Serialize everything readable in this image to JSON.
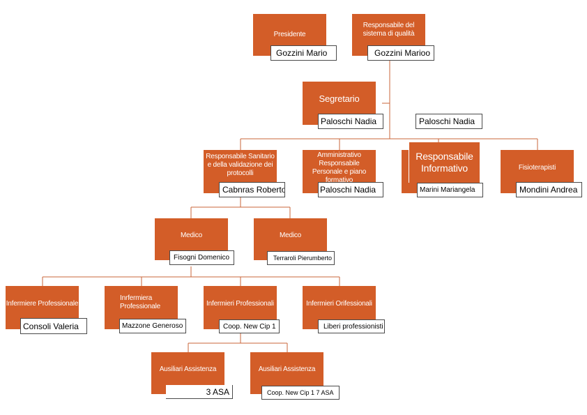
{
  "colors": {
    "box_fill": "#D35D28",
    "connector": "#C8643A",
    "name_border": "#4a4a4a"
  },
  "roles": {
    "presidente": "Presidente",
    "resp_qualita": "Responsabile del sistema di qualità",
    "segretario": "Segretario",
    "resp_sanitario": "Responsabile Sanitario e della validazione dei protocolli",
    "amministrativo": "Amministrativo Responsabile Personale e piano formativo",
    "resp_informativo": "Responsabile Informativo",
    "fisioterapisti": "Fisioterapisti",
    "medico_1": "Medico",
    "medico_2": "Medico",
    "infermiere_prof": "Infermiere Professionale",
    "infermiera_prof": "Inrfermiera Professionale",
    "infermieri_prof": "Infermieri Professionali",
    "infermieri_orifess": "Infermieri Orifessionali",
    "ausiliari_1": "Ausiliari Assistenza",
    "ausiliari_2": "Ausiliari Assistenza"
  },
  "names": {
    "presidente": "Gozzini Mario",
    "resp_qualita": "Gozzini Marioo",
    "segretario": "Paloschi Nadia",
    "floating": "Paloschi Nadia",
    "resp_sanitario": "Cabnras Roberto",
    "amministrativo": "Paloschi Nadia",
    "resp_informativo": "Marini Mariangela",
    "fisioterapisti": "Mondini Andrea",
    "medico_1": "Fisogni Domenico",
    "medico_2": "Terraroli Pierumberto",
    "infermiere_prof": "Consoli Valeria",
    "infermiera_prof": "Mazzone Generoso",
    "infermieri_prof": "Coop. New Cip 1",
    "infermieri_orifess": "Liberi professionisti",
    "ausiliari_1": "3 ASA",
    "ausiliari_2": "Coop. New Cip 1 7  ASA"
  }
}
